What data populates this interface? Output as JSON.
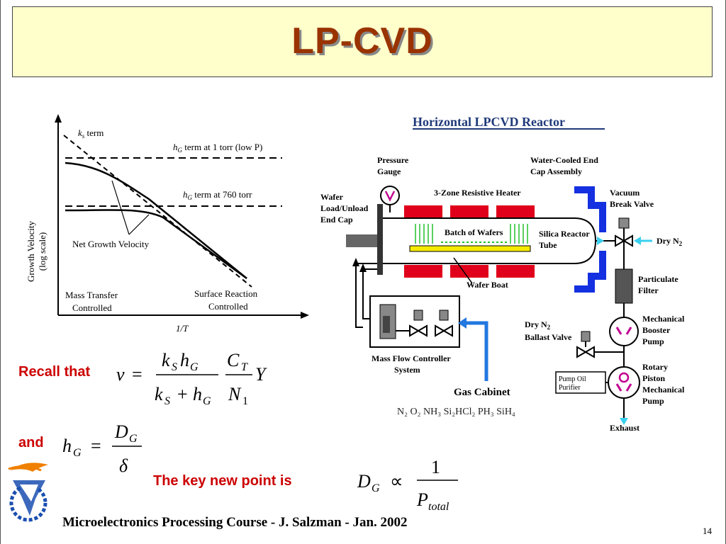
{
  "slide": {
    "title": "LP-CVD",
    "footer": "Microelectronics Processing Course - J. Salzman - Jan. 2002",
    "page_number": "14",
    "accent_color": "#cc0000",
    "title_color": "#993300",
    "title_bg": "#ffffcc"
  },
  "graph": {
    "y_axis_label_1": "Growth Velocity",
    "y_axis_label_2": "(log scale)",
    "x_axis_label": "1/T",
    "ks_label": "k",
    "ks_sub": "s",
    "ks_suffix": " term",
    "hg1_main": "h",
    "hg1_sub": "G",
    "hg1_text": " term at 1 torr (low P)",
    "hg2_main": "h",
    "hg2_sub": "G",
    "hg2_text": " term at 760 torr",
    "net_label": "Net Growth Velocity",
    "region_left_1": "Mass Transfer",
    "region_left_2": "Controlled",
    "region_right_1": "Surface Reaction",
    "region_right_2": "Controlled"
  },
  "reactor": {
    "title": "Horizontal LPCVD Reactor",
    "pressure_gauge_1": "Pressure",
    "pressure_gauge_2": "Gauge",
    "water_cooled_1": "Water-Cooled End",
    "water_cooled_2": "Cap Assembly",
    "heater": "3-Zone Resistive Heater",
    "wafer_load_1": "Wafer",
    "wafer_load_2": "Load/Unload",
    "wafer_load_3": "End Cap",
    "batch": "Batch of Wafers",
    "silica_1": "Silica Reactor",
    "silica_2": "Tube",
    "wafer_boat": "Wafer Boat",
    "vacuum_1": "Vacuum",
    "vacuum_2": "Break Valve",
    "dry_n2": "Dry N",
    "dry_n2_sub": "2",
    "particulate_1": "Particulate",
    "particulate_2": "Filter",
    "ballast_1": "Dry N",
    "ballast_1_sub": "2",
    "ballast_2": "Ballast Valve",
    "booster_1": "Mechanical",
    "booster_2": "Booster",
    "booster_3": "Pump",
    "purifier_1": "Pump Oil",
    "purifier_2": "Purifier",
    "rotary_1": "Rotary",
    "rotary_2": "Piston",
    "rotary_3": "Mechanical",
    "rotary_4": "Pump",
    "exhaust": "Exhaust",
    "mfc_1": "Mass Flow Controller",
    "mfc_2": "System",
    "gas_cabinet": "Gas Cabinet",
    "gases": "N₂  O₂  NH₃  Si₂HCl₂  PH₃  SiH₄"
  },
  "equations": {
    "recall_label": "Recall that",
    "and_label": "and",
    "key_point_label": "The key new point is"
  }
}
